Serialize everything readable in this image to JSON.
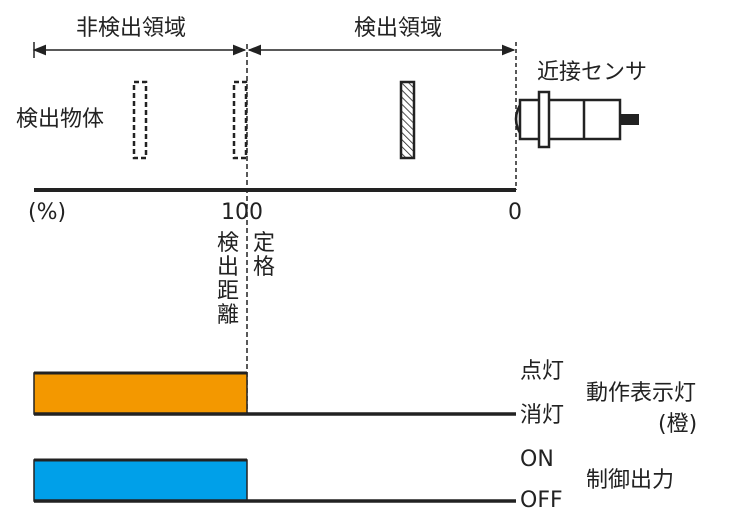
{
  "top_labels": {
    "non_detection_area": "非検出領域",
    "detection_area": "検出領域"
  },
  "object_label": "検出物体",
  "sensor_label": "近接センサ",
  "scale": {
    "unit": "(%)",
    "mark_100": "100",
    "mark_0": "0"
  },
  "rated_distance": {
    "left_vertical": "検出距離",
    "right_vertical": "定格"
  },
  "indicator": {
    "on_state": "点灯",
    "off_state": "消灯",
    "name": "動作表示灯",
    "color_note": "(橙)",
    "bar_color": "#f39800"
  },
  "control_output": {
    "on_state": "ON",
    "off_state": "OFF",
    "name": "制御出力",
    "bar_color": "#00a0e9"
  },
  "colors": {
    "line": "#222222"
  }
}
